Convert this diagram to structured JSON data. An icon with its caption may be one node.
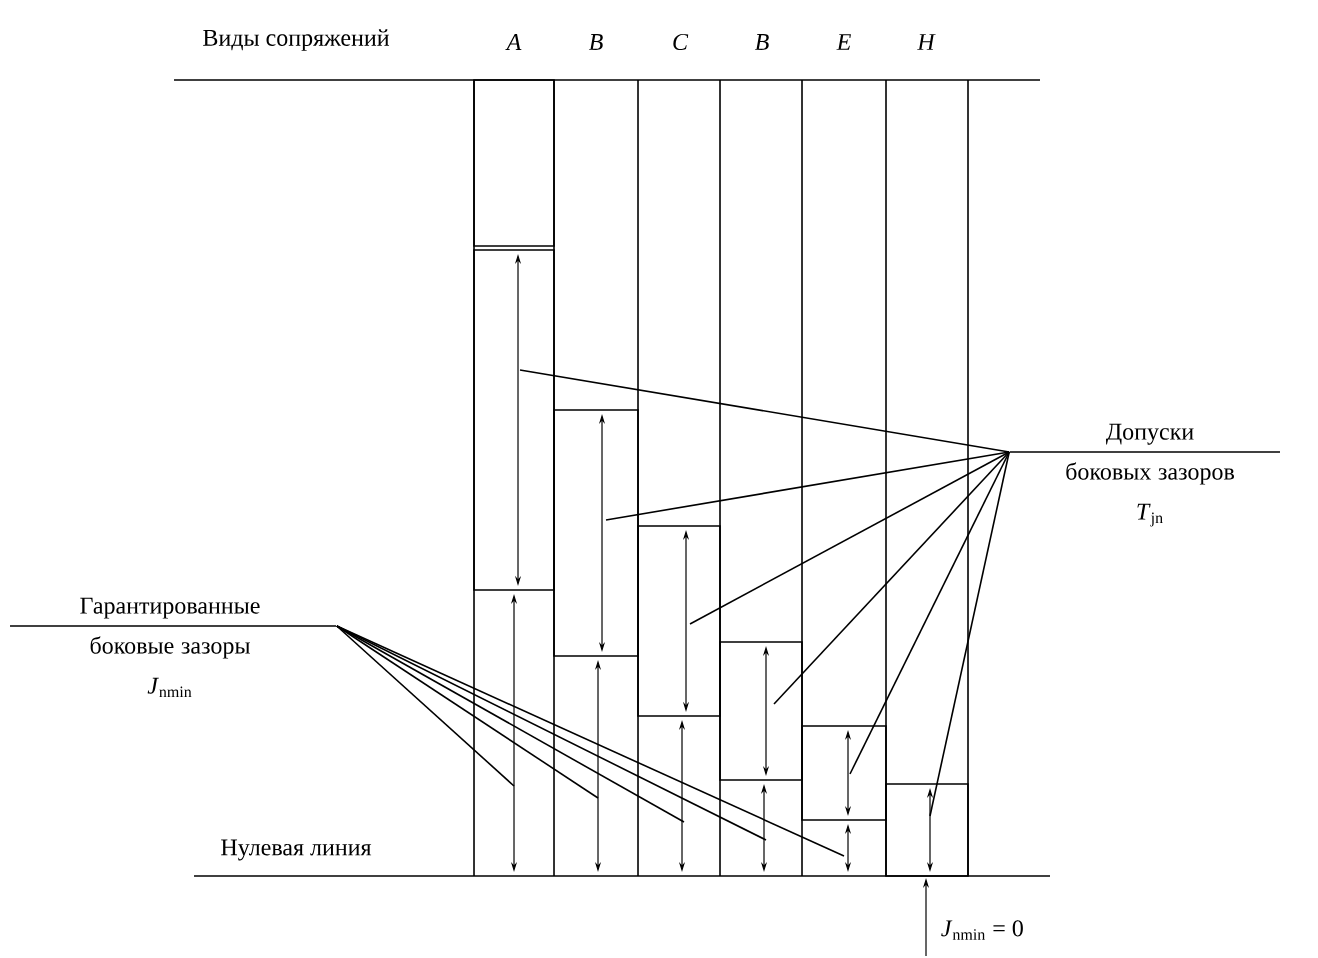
{
  "diagram": {
    "nodes": [
      {
        "text": [
          "Допуски боковых зазоров",
          "*T*$_{jn}$"
        ]
      },
      {
        "text": [
          "Гарантированные боковые зазоры",
          "*J*$_{nmin}$"
        ]
      }
    ],
    "edges": [
      {
        "from": 0,
        "to": null,
        "arrow": "none"
      },
      {
        "from": 0,
        "to": null,
        "arrow": "none"
      },
      {
        "from": 0,
        "to": null,
        "arrow": "none"
      },
      {
        "from": 0,
        "to": null,
        "arrow": "none"
      },
      {
        "from": 0,
        "to": null,
        "arrow": "none"
      },
      {
        "from": 0,
        "to": null,
        "arrow": "none"
      },
      {
        "from": 1,
        "to": null,
        "arrow": "none"
      },
      {
        "from": 1,
        "to": null,
        "arrow": "none"
      },
      {
        "from": 1,
        "to": null,
        "arrow": "none"
      },
      {
        "from": 1,
        "to": null,
        "arrow": "none"
      },
      {
        "from": 1,
        "to": null,
        "arrow": "none"
      }
    ],
    "labels": [
      "Виды сопряжений",
      "A",
      "B",
      "C",
      "B",
      "E",
      "H",
      "Нулевая линия",
      "*J*$_{nmin}$ = 0"
    ]
  }
}
